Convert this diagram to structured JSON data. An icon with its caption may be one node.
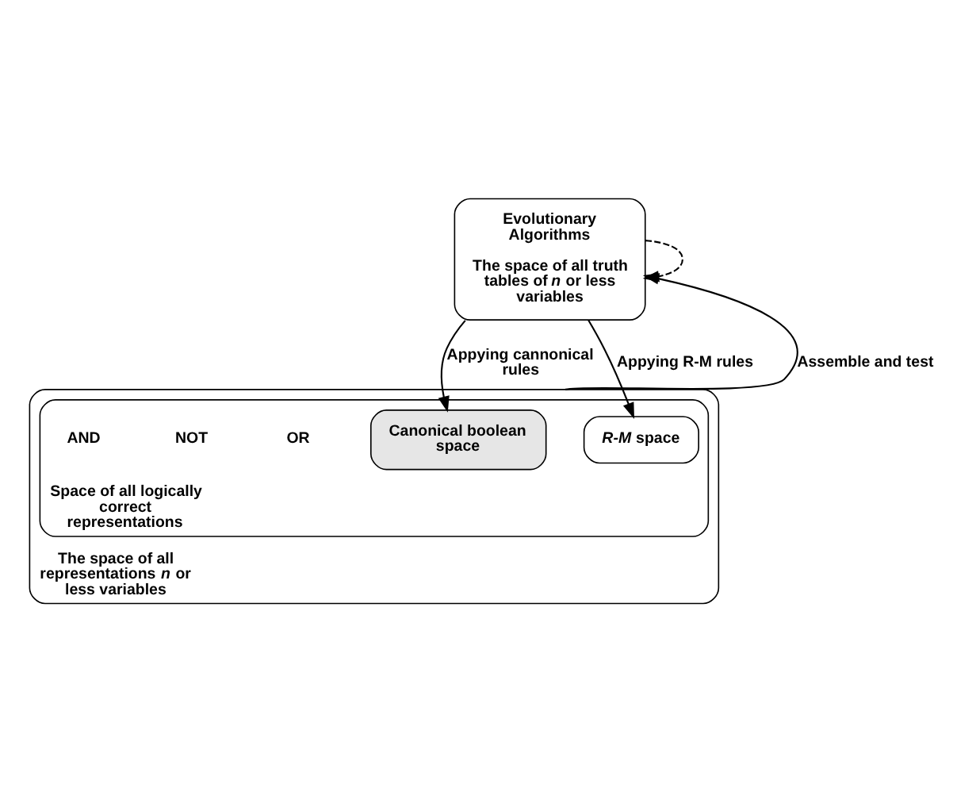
{
  "diagram": {
    "nodes": [
      {
        "text": [
          "Evolutionary Algorithms",
          "The space of all truth tables of *n* or less variables"
        ]
      },
      {
        "text": [
          "The space of all representations *n* or less variables"
        ]
      },
      {
        "text": [
          "Space of all logically correct representations"
        ],
        "in": 1
      },
      {
        "text": [
          "Canonical boolean space"
        ],
        "in": 2
      },
      {
        "text": [
          "*R-M* space"
        ],
        "in": 2
      }
    ],
    "edges": [
      {
        "from": 0,
        "to": 0,
        "arrow": "to",
        "style": "dashed"
      },
      {
        "from": 1,
        "to": 0,
        "arrow": "to",
        "label": "Assemble and test"
      },
      {
        "from": 0,
        "to": 4,
        "arrow": "to",
        "label": "Appying R-M rules"
      },
      {
        "from": 0,
        "to": 3,
        "arrow": "to",
        "label": "Appying cannonical rules"
      }
    ],
    "labels": [
      "OR",
      "NOT",
      "AND"
    ]
  }
}
